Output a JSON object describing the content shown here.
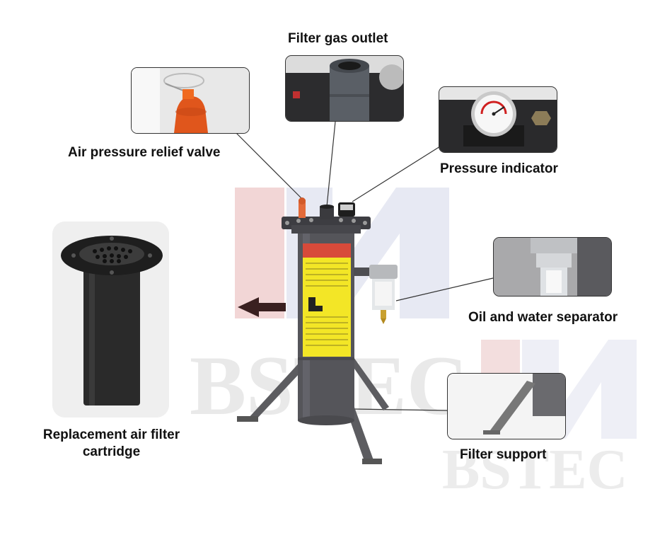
{
  "watermark": {
    "text": "BSTEC"
  },
  "labels": {
    "filter_gas_outlet": "Filter gas outlet",
    "air_pressure_relief_valve": "Air pressure relief valve",
    "pressure_indicator": "Pressure indicator",
    "oil_water_separator": "Oil and water separator",
    "filter_support": "Filter support",
    "replacement_cartridge": "Replacement air filter cartridge"
  },
  "colors": {
    "body": "#55555a",
    "warning_label": "#f3e626",
    "arrow": "#3a2020",
    "leader_line": "#333333"
  }
}
